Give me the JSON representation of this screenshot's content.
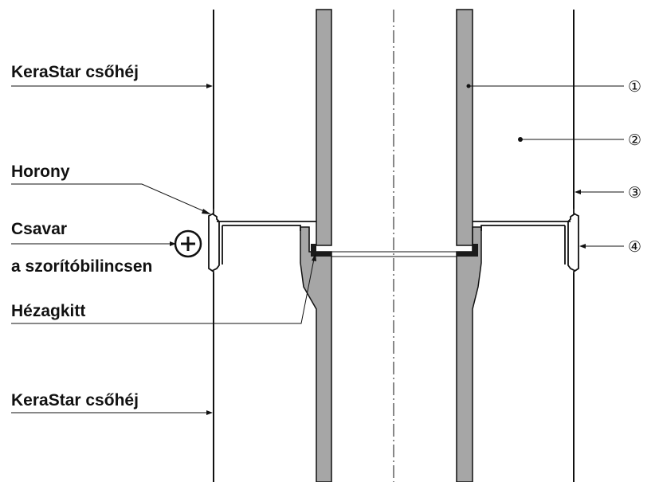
{
  "labels": {
    "kerastar_top": "KeraStar csőhéj",
    "horony": "Horony",
    "csavar": "Csavar",
    "szoritobilincs": "a szorítóbilincsen",
    "hezagkitt": "Hézagkitt",
    "kerastar_bottom": "KeraStar csőhéj"
  },
  "callouts": [
    "①",
    "②",
    "③",
    "④"
  ],
  "colors": {
    "line": "#111111",
    "wall_fill": "#a6a6a6",
    "sealant": "#1a1a1a",
    "background": "#ffffff"
  },
  "icons": {
    "screw": "plus-circle-icon"
  }
}
